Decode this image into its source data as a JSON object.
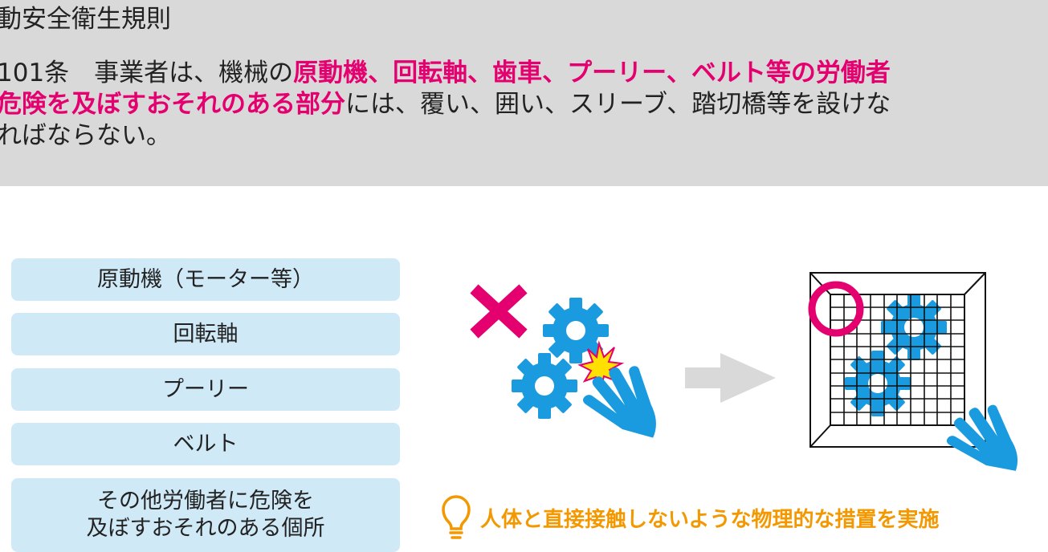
{
  "header": {
    "title": "動安全衛生規則",
    "article": {
      "line1": [
        {
          "text": "101条　事業者は、機械の",
          "highlight": false
        },
        {
          "text": "原動機、回転軸、歯車、プーリー、ベルト等の労働者",
          "highlight": true
        }
      ],
      "line2": [
        {
          "text": "危険を及ぼすおそれのある部分",
          "highlight": true
        },
        {
          "text": "には、覆い、囲い、スリーブ、踏切橋等を設けな",
          "highlight": false
        }
      ],
      "line3": [
        {
          "text": "ればならない。",
          "highlight": false
        }
      ]
    }
  },
  "parts_list": {
    "items": [
      {
        "label": "原動機（モーター等）"
      },
      {
        "label": "回転軸"
      },
      {
        "label": "プーリー"
      },
      {
        "label": "ベルト"
      },
      {
        "label_line1": "その他労働者に危険を",
        "label_line2": "及ぼすおそれのある個所"
      }
    ]
  },
  "illustration": {
    "bad_mark": "cross-icon",
    "good_mark": "circle-icon",
    "arrow": "right-arrow-icon",
    "gear_icon": "gear-icon",
    "hand_icon": "hand-icon",
    "spark_icon": "spark-icon",
    "guard_icon": "mesh-guard-icon"
  },
  "note": {
    "icon": "lightbulb-icon",
    "text": "人体と直接接触しないような物理的な措置を実施"
  },
  "colors": {
    "header_bg": "#d9d9d9",
    "highlight": "#e4006e",
    "tag_bg": "#cfe9f7",
    "gear": "#1a9be0",
    "note": "#f39800",
    "spark": "#ffe000"
  }
}
